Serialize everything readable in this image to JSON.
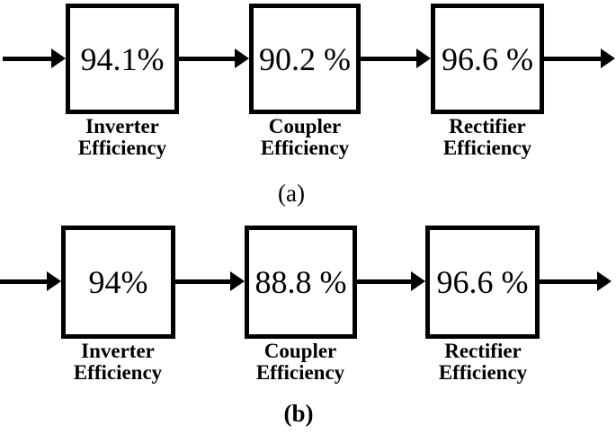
{
  "figure": {
    "colors": {
      "ink": "#000000",
      "background": "#ffffff"
    },
    "rows": [
      {
        "id": "a",
        "caption": "(a)",
        "blocks": [
          {
            "value": "94.1%",
            "label": "Inverter Efficiency"
          },
          {
            "value": "90.2 %",
            "label": "Coupler Efficiency"
          },
          {
            "value": "96.6 %",
            "label": "Rectifier Efficiency"
          }
        ]
      },
      {
        "id": "b",
        "caption": "(b)",
        "blocks": [
          {
            "value": "94%",
            "label": "Inverter Efficiency"
          },
          {
            "value": "88.8 %",
            "label": "Coupler Efficiency"
          },
          {
            "value": "96.6 %",
            "label": "Rectifier Efficiency"
          }
        ]
      }
    ]
  }
}
